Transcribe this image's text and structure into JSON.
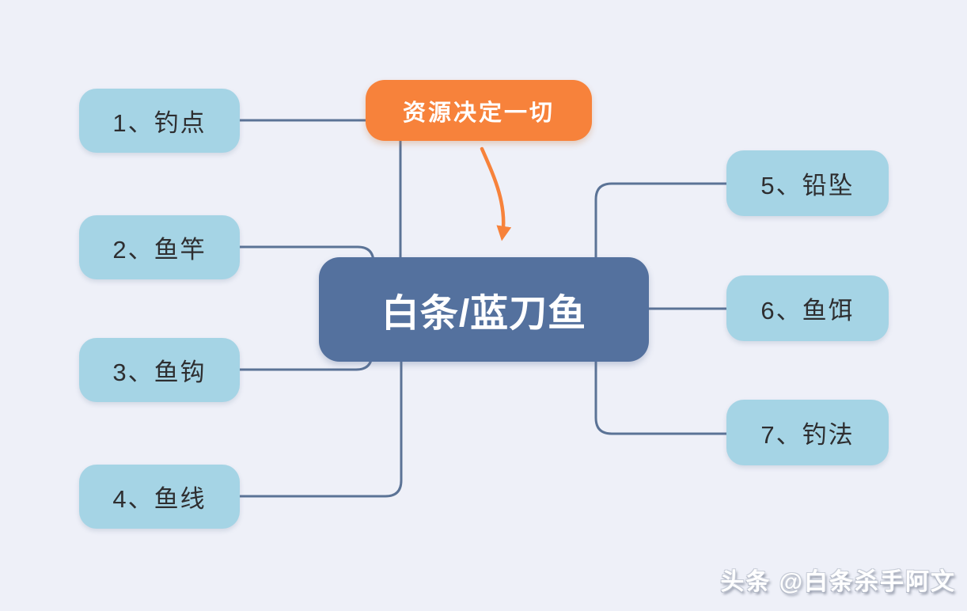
{
  "diagram": {
    "root": {
      "label": "白条/蓝刀鱼"
    },
    "annotation": {
      "label": "资源决定一切"
    },
    "left_nodes": [
      {
        "id": 1,
        "label": "1、钓点"
      },
      {
        "id": 2,
        "label": "2、鱼竿"
      },
      {
        "id": 3,
        "label": "3、鱼钩"
      },
      {
        "id": 4,
        "label": "4、鱼线"
      }
    ],
    "right_nodes": [
      {
        "id": 5,
        "label": "5、铅坠"
      },
      {
        "id": 6,
        "label": "6、鱼饵"
      },
      {
        "id": 7,
        "label": "7、钓法"
      }
    ]
  },
  "watermark": {
    "label": "头条 @白条杀手阿文"
  },
  "colors": {
    "background": "#eef0f8",
    "branch_fill": "#a5d4e5",
    "branch_text": "#2e2e30",
    "root_fill": "#54719e",
    "annotation_fill": "#f7823b",
    "arrow": "#f7823b",
    "connector": "#5b7396",
    "node_text_light": "#ffffff"
  }
}
